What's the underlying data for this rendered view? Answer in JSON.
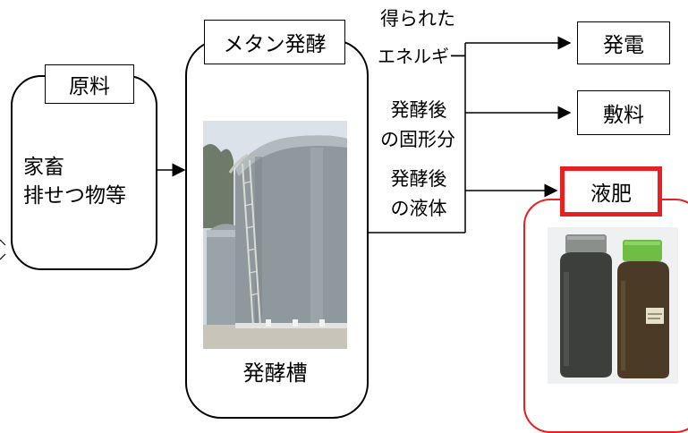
{
  "raw_material": {
    "label": "原料",
    "content_line1": "家畜",
    "content_line2": "排せつ物等"
  },
  "fermentation": {
    "label": "メタン発酵",
    "tank_caption": "発酵槽"
  },
  "outputs": {
    "energy_line1": "得られた",
    "energy_line2": "エネルギー",
    "solid_line1": "発酵後",
    "solid_line2": "の固形分",
    "liquid_line1": "発酵後",
    "liquid_line2": "の液体"
  },
  "products": {
    "power": "発電",
    "bedding": "敷料",
    "liquid_fertilizer": "液肥"
  },
  "colors": {
    "highlight": "#e8201f",
    "tank_gray": "#8e969a",
    "sky": "#c9d3dc"
  }
}
